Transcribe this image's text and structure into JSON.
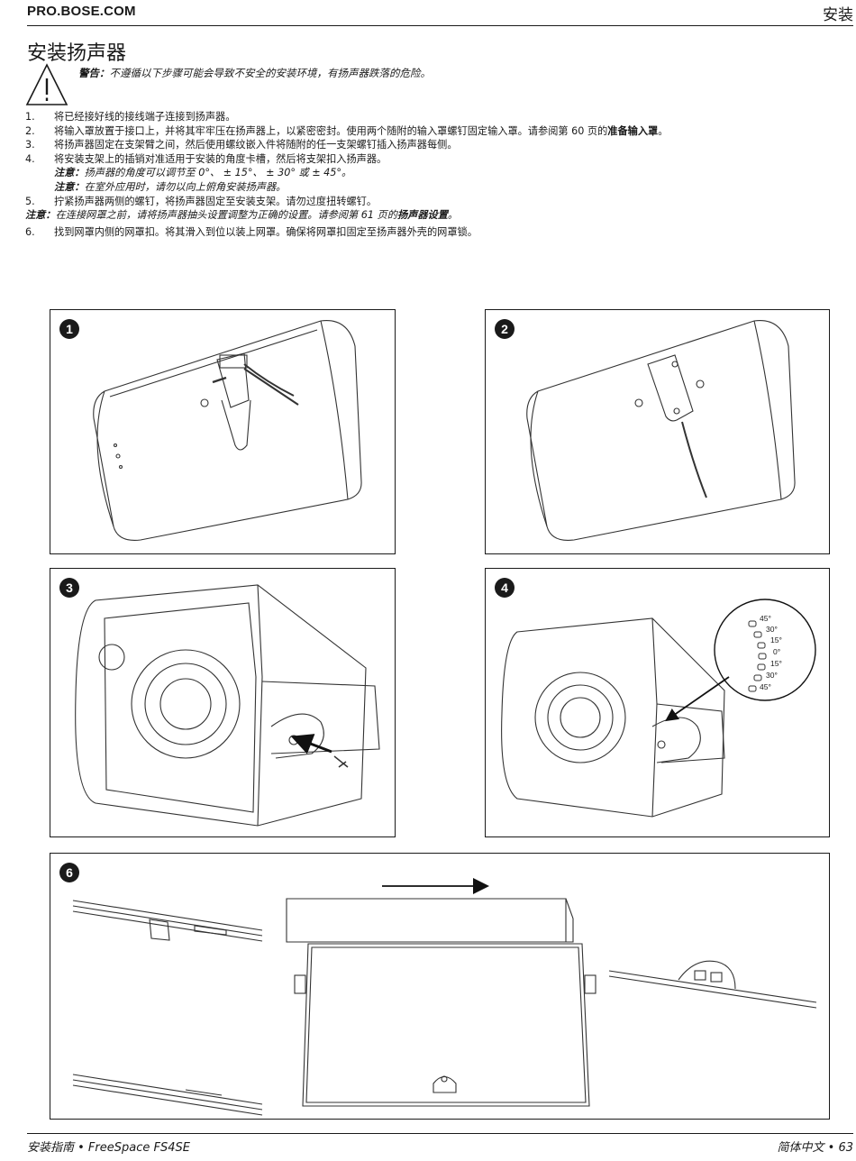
{
  "header": {
    "site": "PRO.BOSE.COM",
    "section": "安装"
  },
  "title": "安装扬声器",
  "warning": {
    "label": "警告：",
    "text": "不遵循以下步骤可能会导致不安全的安装环境，有扬声器跌落的危险。"
  },
  "steps": [
    {
      "num": "1.",
      "text": "将已经接好线的接线端子连接到扬声器。"
    },
    {
      "num": "2.",
      "text": "将输入罩放置于接口上，并将其牢牢压在扬声器上，以紧密密封。使用两个随附的输入罩螺钉固定输入罩。请参阅第 60 页的",
      "link": "准备输入罩",
      "end": "。"
    },
    {
      "num": "3.",
      "text": "将扬声器固定在支架臂之间，然后使用螺纹嵌入件将随附的任一支架螺钉插入扬声器每侧。"
    },
    {
      "num": "4.",
      "text": "将安装支架上的插销对准适用于安装的角度卡槽，然后将支架扣入扬声器。",
      "note1_label": "注意：",
      "note1": "扬声器的角度可以调节至 0°、 ± 15°、 ± 30° 或 ± 45°。",
      "note2_label": "注意：",
      "note2": "在室外应用时，请勿以向上俯角安装扬声器。"
    },
    {
      "num": "5.",
      "text": "拧紧扬声器两侧的螺钉，将扬声器固定至安装支架。请勿过度扭转螺钉。"
    },
    {
      "num": "6.",
      "text": "找到网罩内侧的网罩扣。将其滑入到位以装上网罩。确保将网罩扣固定至扬声器外壳的网罩锁。"
    }
  ],
  "general_note": {
    "label": "注意：",
    "text": "在连接网罩之前，请将扬声器抽头设置调整为正确的设置。请参阅第 61 页的",
    "link": "扬声器设置",
    "end": "。"
  },
  "figures": {
    "f1": "1",
    "f2": "2",
    "f3": "3",
    "f4": "4",
    "f6": "6",
    "angles": [
      "45°",
      "30°",
      "15°",
      "0°",
      "15°",
      "30°",
      "45°"
    ]
  },
  "footer": {
    "left": "安装指南 • FreeSpace FS4SE",
    "right": "简体中文 • 63"
  }
}
